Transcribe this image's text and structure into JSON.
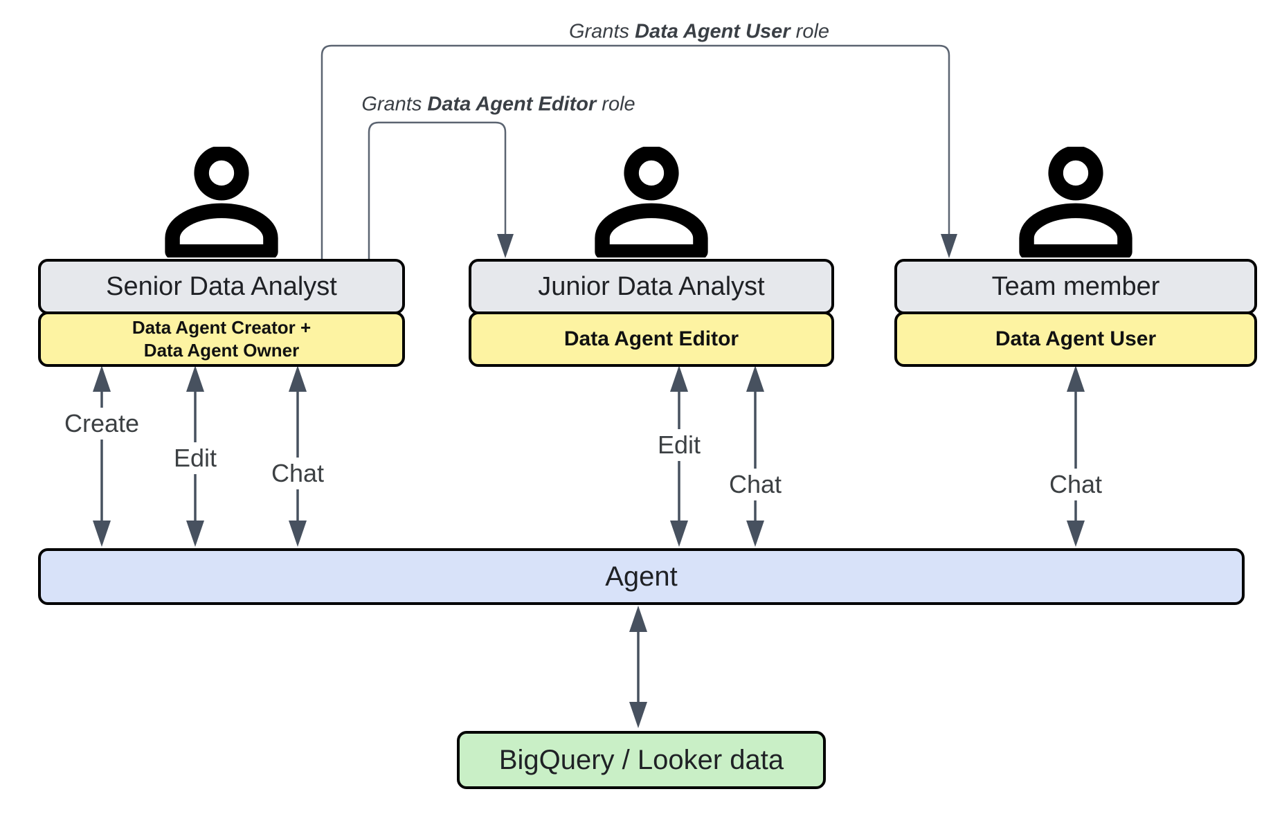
{
  "annotations": {
    "grant_user": {
      "prefix": "Grants ",
      "bold": "Data Agent User",
      "suffix": " role"
    },
    "grant_editor": {
      "prefix": "Grants ",
      "bold": "Data Agent Editor",
      "suffix": " role"
    }
  },
  "columns": {
    "senior": {
      "title": "Senior Data Analyst",
      "role_line1": "Data Agent Creator +",
      "role_line2": "Data Agent Owner"
    },
    "junior": {
      "title": "Junior Data Analyst",
      "role": "Data Agent Editor"
    },
    "team": {
      "title": "Team member",
      "role": "Data Agent User"
    }
  },
  "edge_labels": {
    "create": "Create",
    "edit": "Edit",
    "chat": "Chat"
  },
  "agent": {
    "label": "Agent"
  },
  "datastore": {
    "label": "BigQuery / Looker data"
  },
  "colors": {
    "actor_box": "#e6e8ec",
    "role_box": "#fdf3a2",
    "agent_bar": "#d8e2f9",
    "datastore_box": "#c9efc6",
    "arrow": "#47515f",
    "connector": "#5b6471",
    "border": "#000000"
  }
}
